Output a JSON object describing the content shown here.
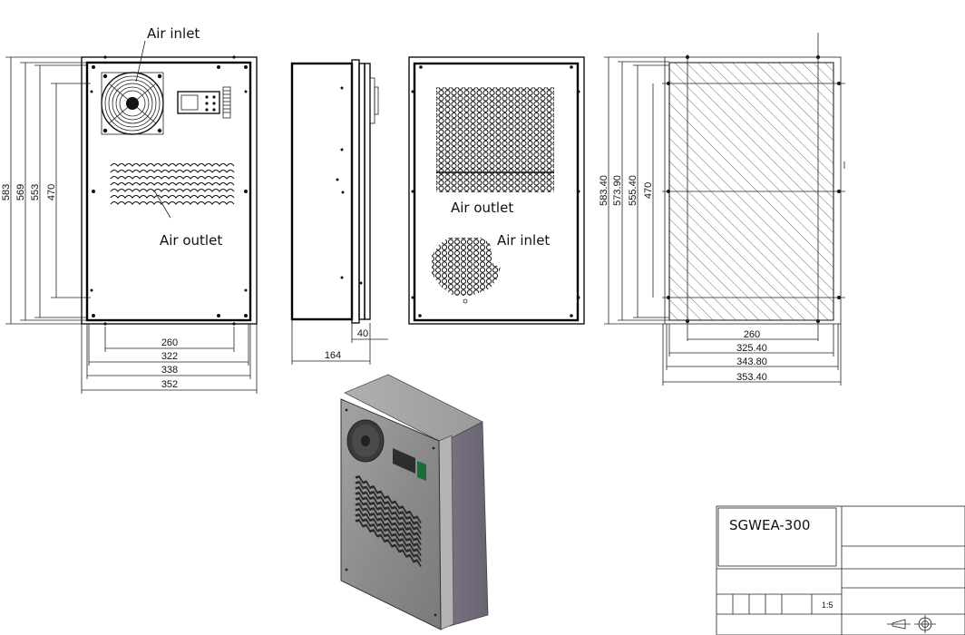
{
  "labels": {
    "front_air_inlet": "Air inlet",
    "front_air_outlet": "Air outlet",
    "back_air_outlet": "Air outlet",
    "back_air_inlet": "Air inlet"
  },
  "front_view": {
    "height_dims": [
      "583",
      "569",
      "553",
      "470"
    ],
    "width_dims": [
      "260",
      "322",
      "338",
      "352"
    ]
  },
  "side_view": {
    "dims": [
      "40",
      "164"
    ]
  },
  "mounting_view": {
    "height_dims": [
      "583.40",
      "573.90",
      "555.40",
      "470"
    ],
    "width_dims": [
      "260",
      "325.40",
      "343.80",
      "353.40"
    ]
  },
  "title_block": {
    "model": "SGWEA-300",
    "scale": "1:5"
  }
}
